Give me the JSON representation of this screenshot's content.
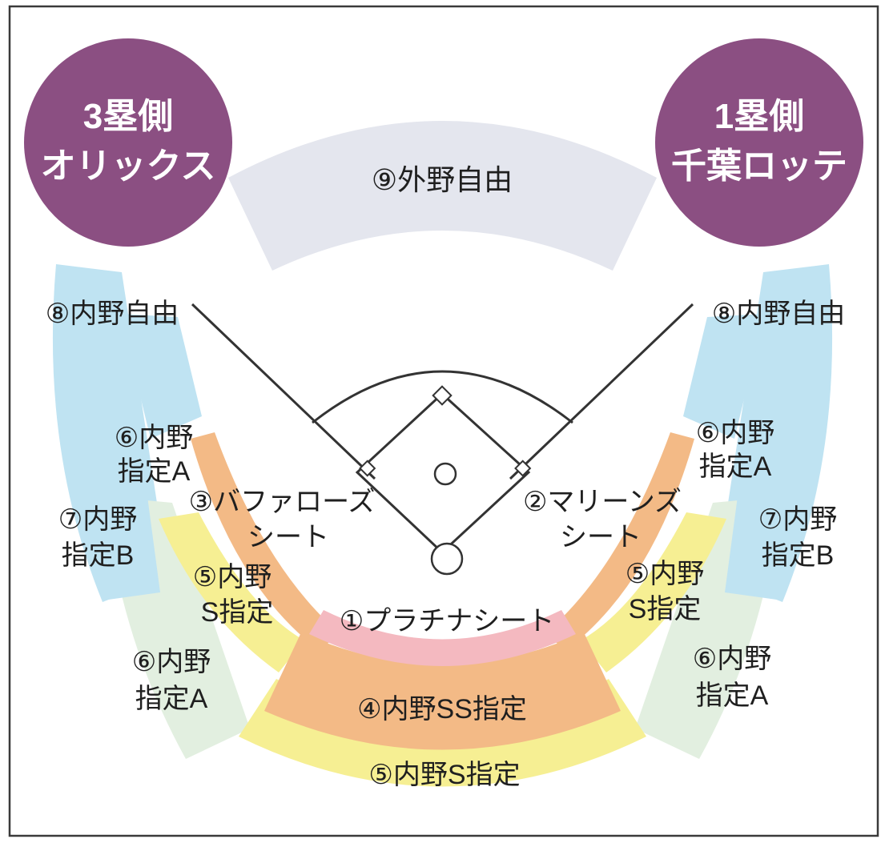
{
  "colors": {
    "frame": "#3a3a3a",
    "badge": "#8b4f82",
    "outfield": "#e4e6ee",
    "inner_blue": "#bfe3f2",
    "designated_a": "#e2efe0",
    "designated_s": "#f6ef93",
    "ss_orange": "#f3ba86",
    "platinum_pink": "#f4b9c0",
    "line": "#333333"
  },
  "badges": {
    "third_base": {
      "line1": "3塁側",
      "line2": "オリックス"
    },
    "first_base": {
      "line1": "1塁側",
      "line2": "千葉ロッテ"
    }
  },
  "sections": {
    "outfield_free": "⑨外野自由",
    "infield_free_left": "⑧内野自由",
    "infield_free_right": "⑧内野自由",
    "designated_a_upper_left": [
      "⑥内野",
      "指定A"
    ],
    "designated_a_upper_right": [
      "⑥内野",
      "指定A"
    ],
    "designated_b_left": [
      "⑦内野",
      "指定B"
    ],
    "designated_b_right": [
      "⑦内野",
      "指定B"
    ],
    "buffaloes_seat": [
      "③バファローズ",
      "シート"
    ],
    "marines_seat": [
      "②マリーンズ",
      "シート"
    ],
    "s_designated_left": [
      "⑤内野",
      "S指定"
    ],
    "s_designated_right": [
      "⑤内野",
      "S指定"
    ],
    "platinum_seat": "①プラチナシート",
    "designated_a_lower_left": [
      "⑥内野",
      "指定A"
    ],
    "designated_a_lower_right": [
      "⑥内野",
      "指定A"
    ],
    "ss_designated": "④内野SS指定",
    "s_designated_bottom": "⑤内野S指定"
  }
}
